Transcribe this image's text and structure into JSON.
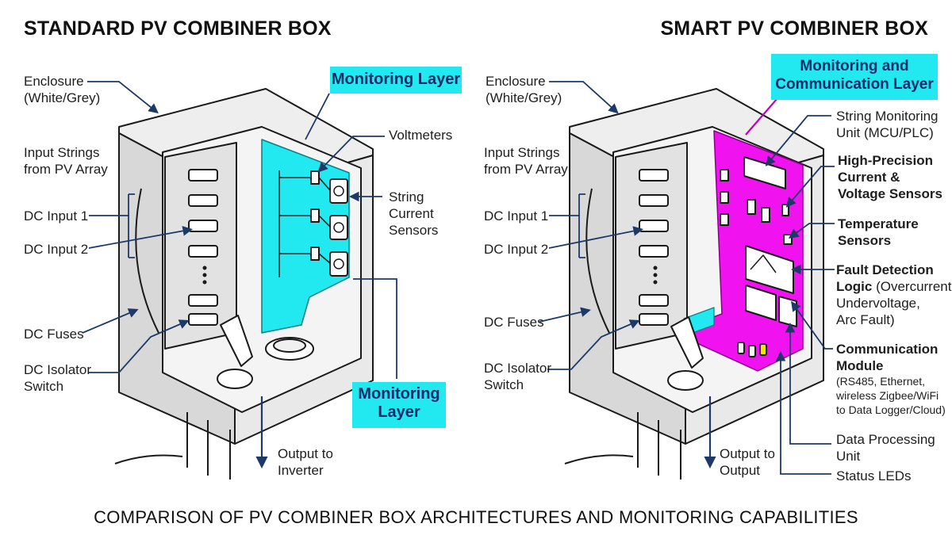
{
  "left": {
    "title": "STANDARD PV COMBINER BOX",
    "labels": {
      "enclosure": [
        "Enclosure",
        "(White/Grey)"
      ],
      "input_strings": [
        "Input Strings",
        "from PV Array"
      ],
      "dc_input_1": "DC Input 1",
      "dc_input_2": "DC Input 2",
      "dc_fuses": "DC Fuses",
      "dc_isolator": [
        "DC Isolator",
        "Switch"
      ],
      "voltmeters": "Voltmeters",
      "string_current_sensors": [
        "String",
        "Current",
        "Sensors"
      ],
      "output": [
        "Output to",
        "Inverter"
      ]
    },
    "callouts": {
      "monitoring_layer_top": "Monitoring Layer",
      "monitoring_layer_bottom": [
        "Monitoring",
        "Layer"
      ]
    }
  },
  "right": {
    "title": "SMART PV COMBINER BOX",
    "labels": {
      "enclosure": [
        "Enclosure",
        "(White/Grey)"
      ],
      "input_strings": [
        "Input Strings",
        "from PV Array"
      ],
      "dc_input_1": "DC Input 1",
      "dc_input_2": "DC Input 2",
      "dc_fuses": "DC Fuses",
      "dc_isolator": [
        "DC Isolator",
        "Switch"
      ],
      "output": [
        "Output to",
        "Output"
      ],
      "string_monitoring": [
        "String Monitoring",
        "Unit (MCU/PLC)"
      ],
      "sensors_hp": [
        "High-Precision",
        "Current &",
        "Voltage Sensors"
      ],
      "temperature": [
        "Temperature",
        "Sensors"
      ],
      "fault_detection": {
        "name": "Fault Detection",
        "line2_bold": "Logic",
        "line2_rest": " (Overcurrent,",
        "line3": "Undervoltage,",
        "line4": "Arc Fault)"
      },
      "communication": {
        "name": [
          "Communication",
          "Module"
        ],
        "details": [
          "(RS485, Ethernet,",
          "wireless Zigbee/WiFi",
          "to Data Logger/Cloud)"
        ]
      },
      "data_processing": [
        "Data Processing",
        "Unit"
      ],
      "status_leds": "Status LEDs"
    },
    "callouts": {
      "monitoring_comm_layer": [
        "Monitoring and",
        "Communication Layer"
      ]
    }
  },
  "caption": "COMPARISON OF PV COMBINER BOX ARCHITECTURES AND MONITORING CAPABILITIES",
  "colors": {
    "monitoring_layer": "#22e9f0",
    "smart_layer": "#f013f0",
    "callout_text": "#0b2e6b",
    "leader_line": "#1d3a66",
    "enclosure": "#e4e4e4",
    "outline": "#1a1a1a"
  }
}
